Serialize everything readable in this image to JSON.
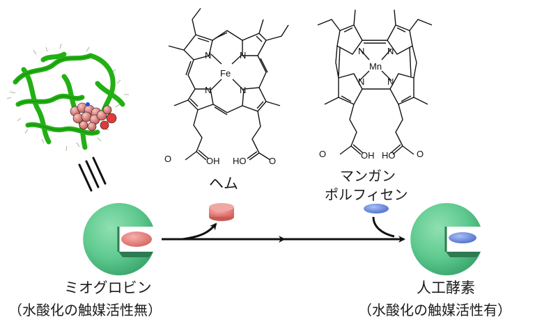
{
  "labels": {
    "heme": "ヘム",
    "mn_line1": "マンガン",
    "mn_line2": "ポルフィセン",
    "myoglobin": "ミオグロビン",
    "myoglobin_note": "（水酸化の触媒活性無）",
    "artificial_enzyme": "人工酵素",
    "artificial_note": "（水酸化の触媒活性有）"
  },
  "atoms": {
    "n": "N",
    "fe": "Fe",
    "mn": "Mn",
    "oh": "OH",
    "ho": "HO",
    "o": "O"
  },
  "colors": {
    "protein_green": "#5ec98e",
    "ribbon_green": "#22b014",
    "heme_pink": "#e8837f",
    "porphycene_blue": "#6b8fe0",
    "line": "#111111"
  }
}
